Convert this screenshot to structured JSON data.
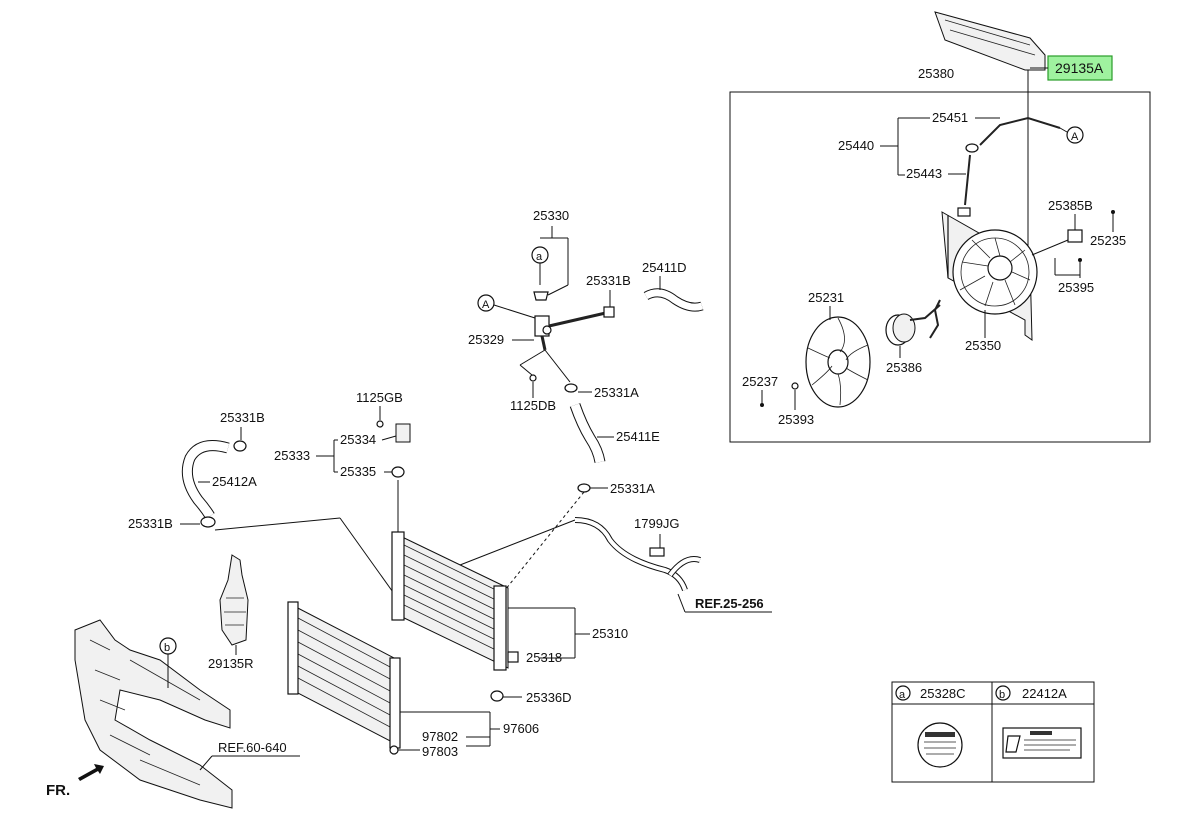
{
  "diagram": {
    "parts": {
      "p29135A": "29135A",
      "p25380": "25380",
      "p25451": "25451",
      "p25440": "25440",
      "p25443": "25443",
      "p25385B": "25385B",
      "p25235": "25235",
      "p25395": "25395",
      "p25231": "25231",
      "p25386": "25386",
      "p25350": "25350",
      "p25237": "25237",
      "p25393": "25393",
      "p25330": "25330",
      "p25331B_top": "25331B",
      "p25411D": "25411D",
      "p25329": "25329",
      "p1125DB": "1125DB",
      "p25331A_1": "25331A",
      "p25411E": "25411E",
      "p25331A_2": "25331A",
      "p1125GB": "1125GB",
      "p25331B_left": "25331B",
      "p25334": "25334",
      "p25333": "25333",
      "p25335": "25335",
      "p25412A": "25412A",
      "p25331B_low": "25331B",
      "p1799JG": "1799JG",
      "pREF25": "REF.25-256",
      "p25310": "25310",
      "p25318": "25318",
      "p29135R": "29135R",
      "p25336D": "25336D",
      "p97606": "97606",
      "p97802": "97802",
      "p97803": "97803",
      "pREF60": "REF.60-640",
      "pFR": "FR."
    },
    "callouts": {
      "a": "a",
      "b": "b",
      "A": "A"
    },
    "legend": {
      "a_letter": "a",
      "a_part": "25328C",
      "b_letter": "b",
      "b_part": "22412A"
    },
    "highlight_color": "#9ff29f"
  }
}
